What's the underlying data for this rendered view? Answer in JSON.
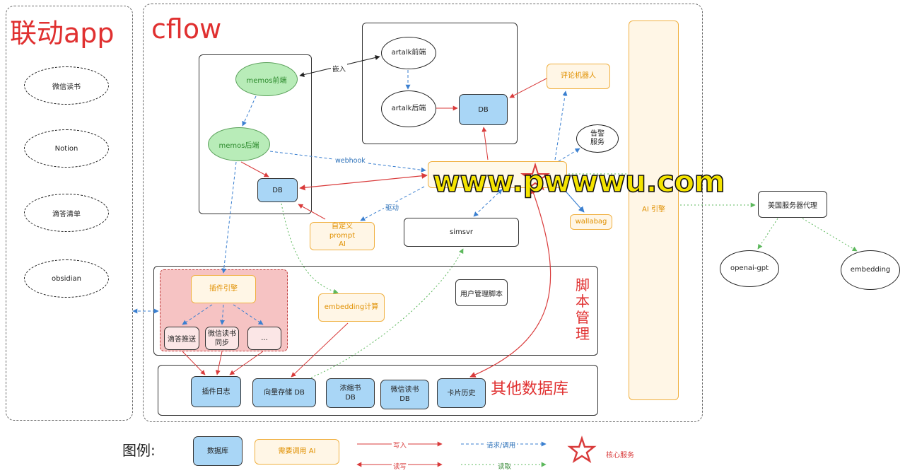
{
  "sections": {
    "left_title": "联动app",
    "cflow_title": "cflow",
    "script_mgmt": "脚本管理",
    "other_db": "其他数据库"
  },
  "linked_apps": [
    "微信读书",
    "Notion",
    "滴答清单",
    "obsidian"
  ],
  "nodes": {
    "memos_front": "memos前端",
    "memos_back": "memos后端",
    "memos_db": "DB",
    "artalk_front": "artalk前端",
    "artalk_back": "artalk后端",
    "artalk_db": "DB",
    "comment_bot": "评论机器人",
    "alert_service": "告警\n服务",
    "custom_prompt": "自定义\nprompt\nAI",
    "simsvr": "simsvr",
    "wallabag": "wallabag",
    "ai_engine": "AI 引擎",
    "us_proxy": "美国服务器代理",
    "openai_gpt": "openai-gpt",
    "embedding": "embedding",
    "plugin_engine": "插件引擎",
    "dida_push": "滴答推送",
    "weread_sync": "微信读书\n同步",
    "ellipsis": "...",
    "embedding_calc": "embedding计算",
    "user_script": "用户管理脚本",
    "plugin_log": "插件日志",
    "vector_db": "向量存储 DB",
    "summary_db": "浓缩书\nDB",
    "weread_db": "微信读书\nDB",
    "card_history": "卡片历史"
  },
  "edge_labels": {
    "embed": "嵌入",
    "webhook": "webhook",
    "drive": "驱动"
  },
  "watermark": "www.pwwwu.com",
  "legend": {
    "title": "图例:",
    "database": "数据库",
    "needs_ai": "需要调用 AI",
    "write": "写入",
    "read_write": "读写",
    "request": "请求/调用",
    "read": "读取",
    "core": "核心服务"
  },
  "colors": {
    "red_arrow": "#d93b3b",
    "blue_dashed": "#3a7fd0",
    "green_dotted": "#5cb85c",
    "db_fill": "#a9d6f6",
    "ai_border": "#f0b040",
    "memos_fill": "#b8ecb8",
    "plugin_fill": "#f6c3c3",
    "watermark_fill": "#f5e400"
  }
}
